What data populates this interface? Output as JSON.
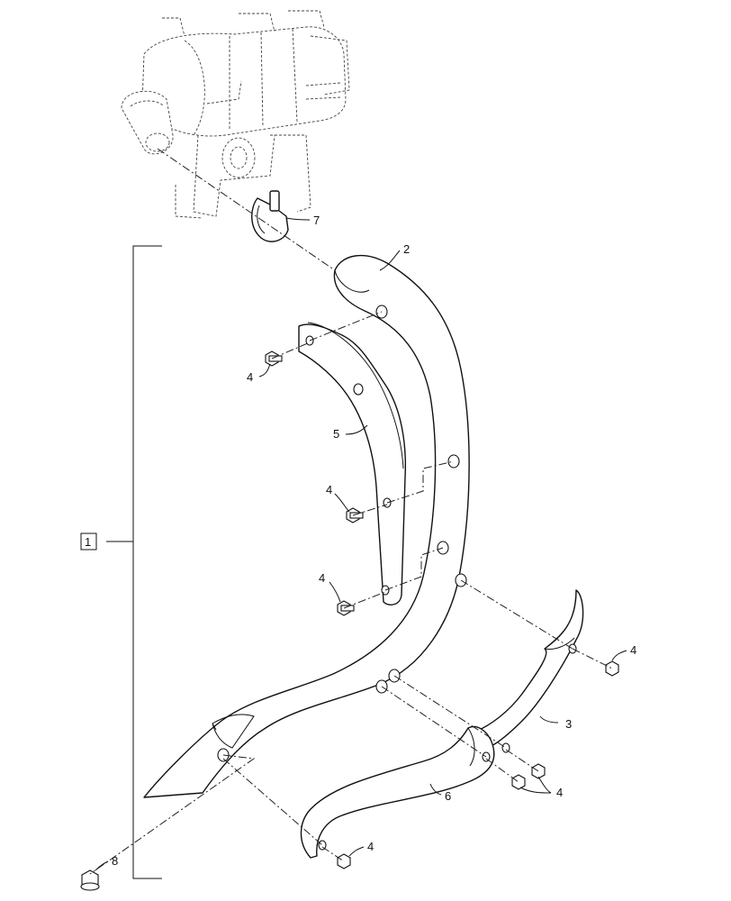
{
  "callouts": {
    "assembly": "1",
    "tailpipe": "2",
    "heat_shield_lower": "3",
    "bolt_a": "4",
    "bolt_b": "4",
    "bolt_c": "4",
    "bolt_d": "4",
    "bolt_e": "4",
    "bolt_f": "4",
    "bracket": "5",
    "heat_shield_front": "6",
    "clamp": "7",
    "bolt_g": "8"
  }
}
